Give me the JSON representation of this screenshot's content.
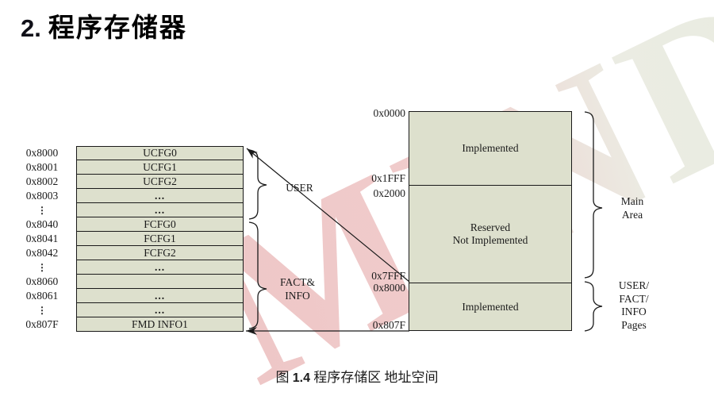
{
  "page": {
    "title": {
      "number": "2.",
      "text": "程序存储器"
    },
    "caption": {
      "prefix": "图",
      "number": "1.4",
      "text": "程序存储区 地址空间"
    },
    "watermark_text": "MIND"
  },
  "left_table": {
    "rows": [
      {
        "addr": "0x8000",
        "cell": "UCFG0"
      },
      {
        "addr": "0x8001",
        "cell": "UCFG1"
      },
      {
        "addr": "0x8002",
        "cell": "UCFG2"
      },
      {
        "addr": "0x8003",
        "cell": "..."
      },
      {
        "addr": "⋮",
        "cell": "..."
      },
      {
        "addr": "0x8040",
        "cell": "FCFG0"
      },
      {
        "addr": "0x8041",
        "cell": "FCFG1"
      },
      {
        "addr": "0x8042",
        "cell": "FCFG2"
      },
      {
        "addr": "⋮",
        "cell": "..."
      },
      {
        "addr": "0x8060",
        "cell": ""
      },
      {
        "addr": "0x8061",
        "cell": "..."
      },
      {
        "addr": "⋮",
        "cell": "..."
      },
      {
        "addr": "0x807F",
        "cell": "FMD INFO1"
      }
    ],
    "labels": {
      "user": "USER",
      "fact_line1": "FACT&",
      "fact_line2": "INFO"
    }
  },
  "right_block": {
    "addresses": [
      "0x0000",
      "0x1FFF",
      "0x2000",
      "0x7FFF",
      "0x8000",
      "0x807F"
    ],
    "sections": [
      {
        "lines": [
          "Implemented"
        ]
      },
      {
        "lines": [
          "Reserved",
          "Not Implemented"
        ]
      },
      {
        "lines": [
          "Implemented"
        ]
      }
    ],
    "labels": {
      "main_line1": "Main",
      "main_line2": "Area",
      "pages_line1": "USER/",
      "pages_line2": "FACT/",
      "pages_line3": "INFO",
      "pages_line4": "Pages"
    }
  },
  "colors": {
    "cell_fill": "#dde0cd",
    "line": "#1a1a1a",
    "watermark_pink": "#efc9c9",
    "watermark_grey": "#eaece2"
  }
}
